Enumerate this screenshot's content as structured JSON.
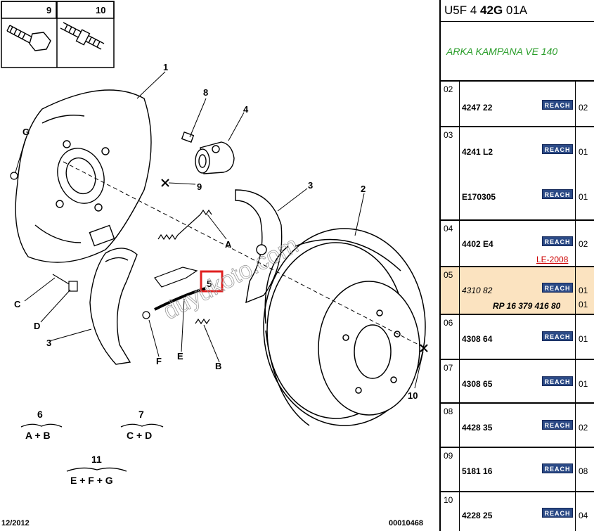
{
  "diagram": {
    "callouts": {
      "c1": "1",
      "c2": "2",
      "c3a": "3",
      "c3b": "3",
      "c4": "4",
      "c5": "5",
      "c8": "8",
      "c9": "9",
      "c10": "10",
      "cA": "A",
      "cB": "B",
      "cC": "C",
      "cD": "D",
      "cE": "E",
      "cF": "F",
      "cG": "G"
    },
    "inset": {
      "left": "9",
      "right": "10"
    },
    "groups": [
      {
        "num": "6",
        "formula": "A + B"
      },
      {
        "num": "7",
        "formula": "C + D"
      },
      {
        "num": "11",
        "formula": "E + F + G"
      }
    ],
    "footer": {
      "date": "12/2012",
      "code": "00010468"
    },
    "watermark": "duyukoto.com",
    "highlight_color": "#e02020"
  },
  "panel": {
    "header": {
      "prefix": "U5F 4 ",
      "bold": "42G",
      "suffix": " 01A"
    },
    "title": "ARKA KAMPANA VE 140",
    "badge_label": "REACH",
    "title_color": "#2a9d2a",
    "highlight_bg": "#fbe3c0",
    "rows": [
      {
        "pos": "02",
        "lines": [
          {
            "ref": "4247 22",
            "qty": "02"
          }
        ]
      },
      {
        "pos": "03",
        "lines": [
          {
            "ref": "4241 L2",
            "qty": "01"
          },
          {
            "ref": "E170305",
            "qty": "01"
          }
        ]
      },
      {
        "pos": "04",
        "lines": [
          {
            "ref": "4402 E4",
            "qty": "02"
          }
        ],
        "note": "LE-2008"
      },
      {
        "pos": "05",
        "lines": [
          {
            "ref": "4310 82",
            "qty": "01"
          }
        ],
        "extra": {
          "ref": "RP 16 379 416 80",
          "qty": "01"
        },
        "selected": true
      },
      {
        "pos": "06",
        "lines": [
          {
            "ref": "4308 64",
            "qty": "01"
          }
        ]
      },
      {
        "pos": "07",
        "lines": [
          {
            "ref": "4308 65",
            "qty": "01"
          }
        ]
      },
      {
        "pos": "08",
        "lines": [
          {
            "ref": "4428 35",
            "qty": "02"
          }
        ]
      },
      {
        "pos": "09",
        "lines": [
          {
            "ref": "5181 16",
            "qty": "08"
          }
        ]
      },
      {
        "pos": "10",
        "lines": [
          {
            "ref": "4228 25",
            "qty": "04"
          }
        ]
      }
    ]
  }
}
